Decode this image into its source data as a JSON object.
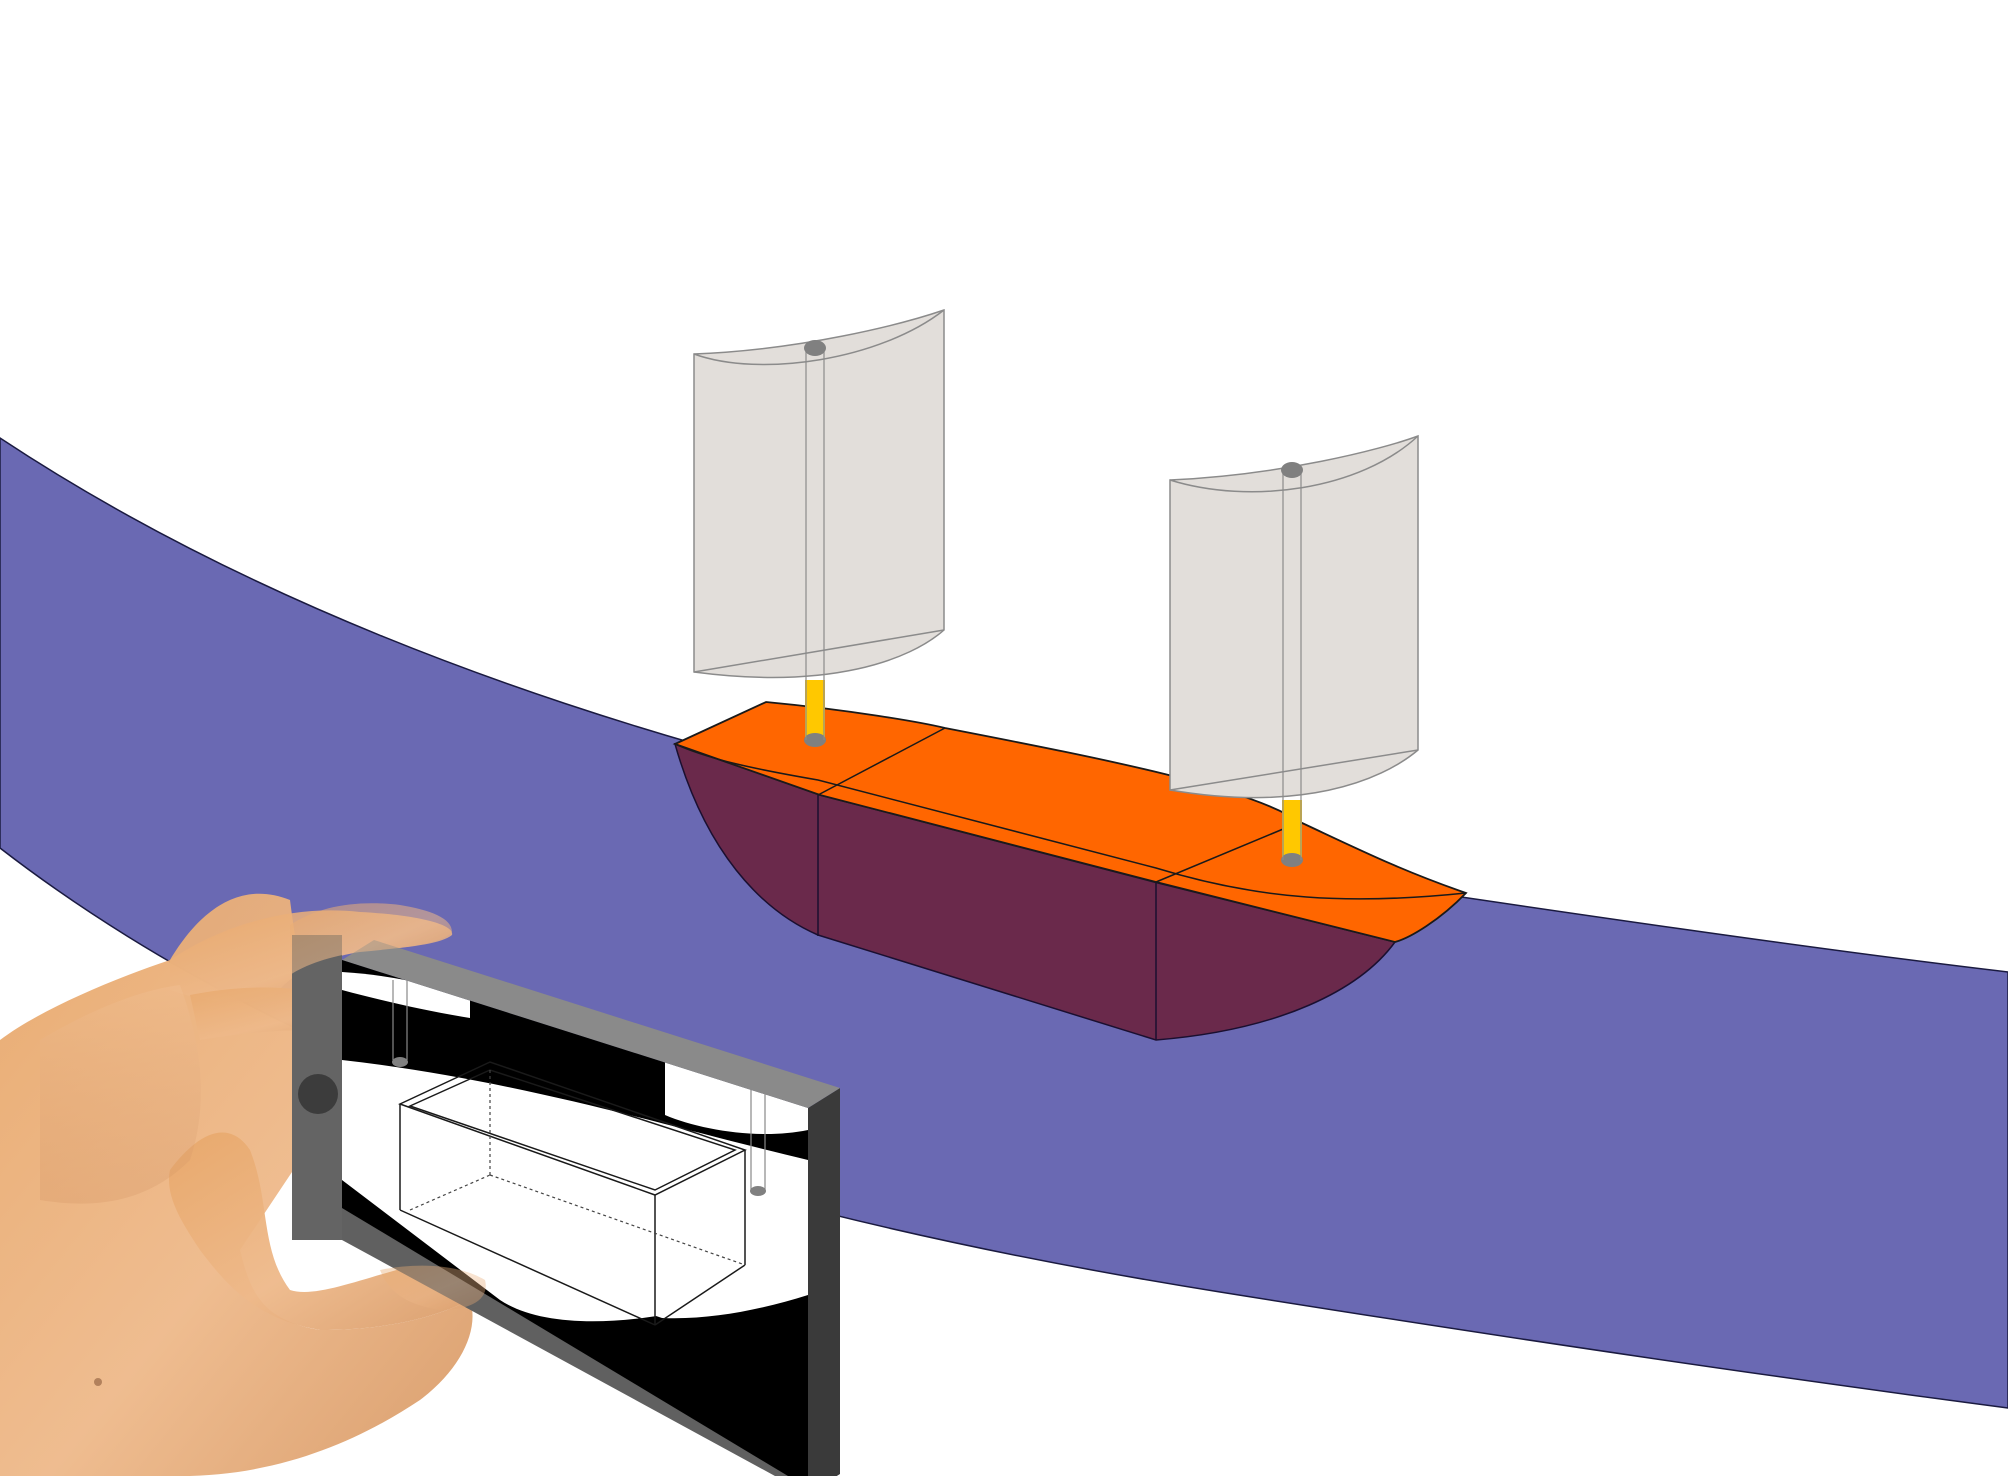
{
  "scene": {
    "background_color": "#ffffff",
    "colors": {
      "water": "#6a69b3",
      "deck": "#ff6600",
      "hull": "#6a294b",
      "sail": "#e2deda",
      "sail_outline": "#8b8b8b",
      "mast": "#ffc800",
      "mast_cap": "#808080",
      "phone_frame": "#606060",
      "phone_edge": "#3a3a3a",
      "phone_screen_dark": "#000000",
      "phone_screen_light": "#ffffff",
      "skin": "#e9b27c"
    },
    "elements": {
      "water_band": "water-band",
      "ship": "ship",
      "sail_front": "sail-front",
      "sail_rear": "sail-rear",
      "phone": "smartphone",
      "hand": "hand"
    }
  }
}
